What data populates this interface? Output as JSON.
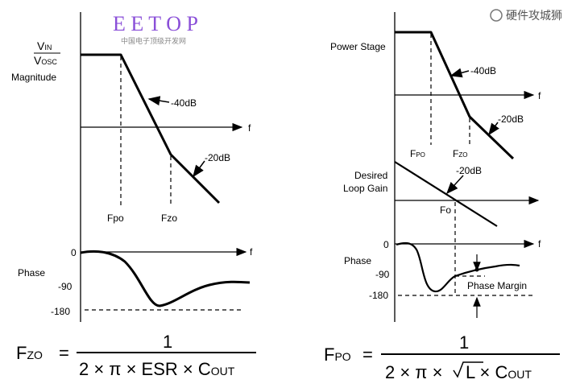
{
  "left": {
    "ylabel_num": "V",
    "ylabel_num_sub": "IN",
    "ylabel_den": "V",
    "ylabel_den_sub": "OSC",
    "magnitude": "Magnitude",
    "slope1": "-40dB",
    "slope2": "-20dB",
    "f_axis": "f",
    "fpo": "Fpo",
    "fzo": "Fzo",
    "phase": "Phase",
    "tick0": "0",
    "tick90": "-90",
    "tick180": "-180",
    "f_axis_phase": "f"
  },
  "right": {
    "power_stage": "Power Stage",
    "slope1": "-40dB",
    "slope2": "-20dB",
    "fpo": "F",
    "fpo_sub": "PO",
    "fzo": "F",
    "fzo_sub": "ZO",
    "desired1": "Desired",
    "desired2": "Loop Gain",
    "loop_slope": "-20dB",
    "fo": "Fo",
    "phase": "Phase",
    "tick0": "0",
    "tick90": "-90",
    "tick180": "-180",
    "f_axis": "f",
    "f_axis_phase": "f",
    "phase_margin": "Phase Margin"
  },
  "formulas": {
    "fzo_lhs": "F",
    "fzo_lhs_sub": "ZO",
    "fzo_eq": "=",
    "fzo_num": "1",
    "fzo_den": "2 × π × ESR × C",
    "fzo_den_sub": "OUT",
    "fpo_lhs": "F",
    "fpo_lhs_sub": "PO",
    "fpo_eq": "=",
    "fpo_num": "1",
    "fpo_den_a": "2 × π × ",
    "fpo_den_b": "L × C",
    "fpo_den_sub": "OUT"
  },
  "watermarks": {
    "eetop": "E E T O P",
    "eetop_sub": "中国电子顶级开发网",
    "wechat": "硬件攻城狮"
  }
}
